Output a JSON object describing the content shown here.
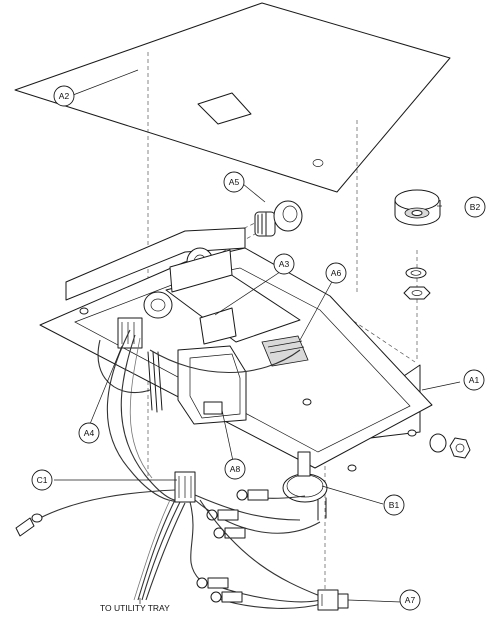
{
  "callouts": {
    "A1": "A1",
    "A2": "A2",
    "A3": "A3",
    "A4": "A4",
    "A5": "A5",
    "A6": "A6",
    "A7": "A7",
    "A8": "A8",
    "B1": "B1",
    "B2": "B2",
    "C1": "C1"
  },
  "caption": "TO UTILITY TRAY"
}
